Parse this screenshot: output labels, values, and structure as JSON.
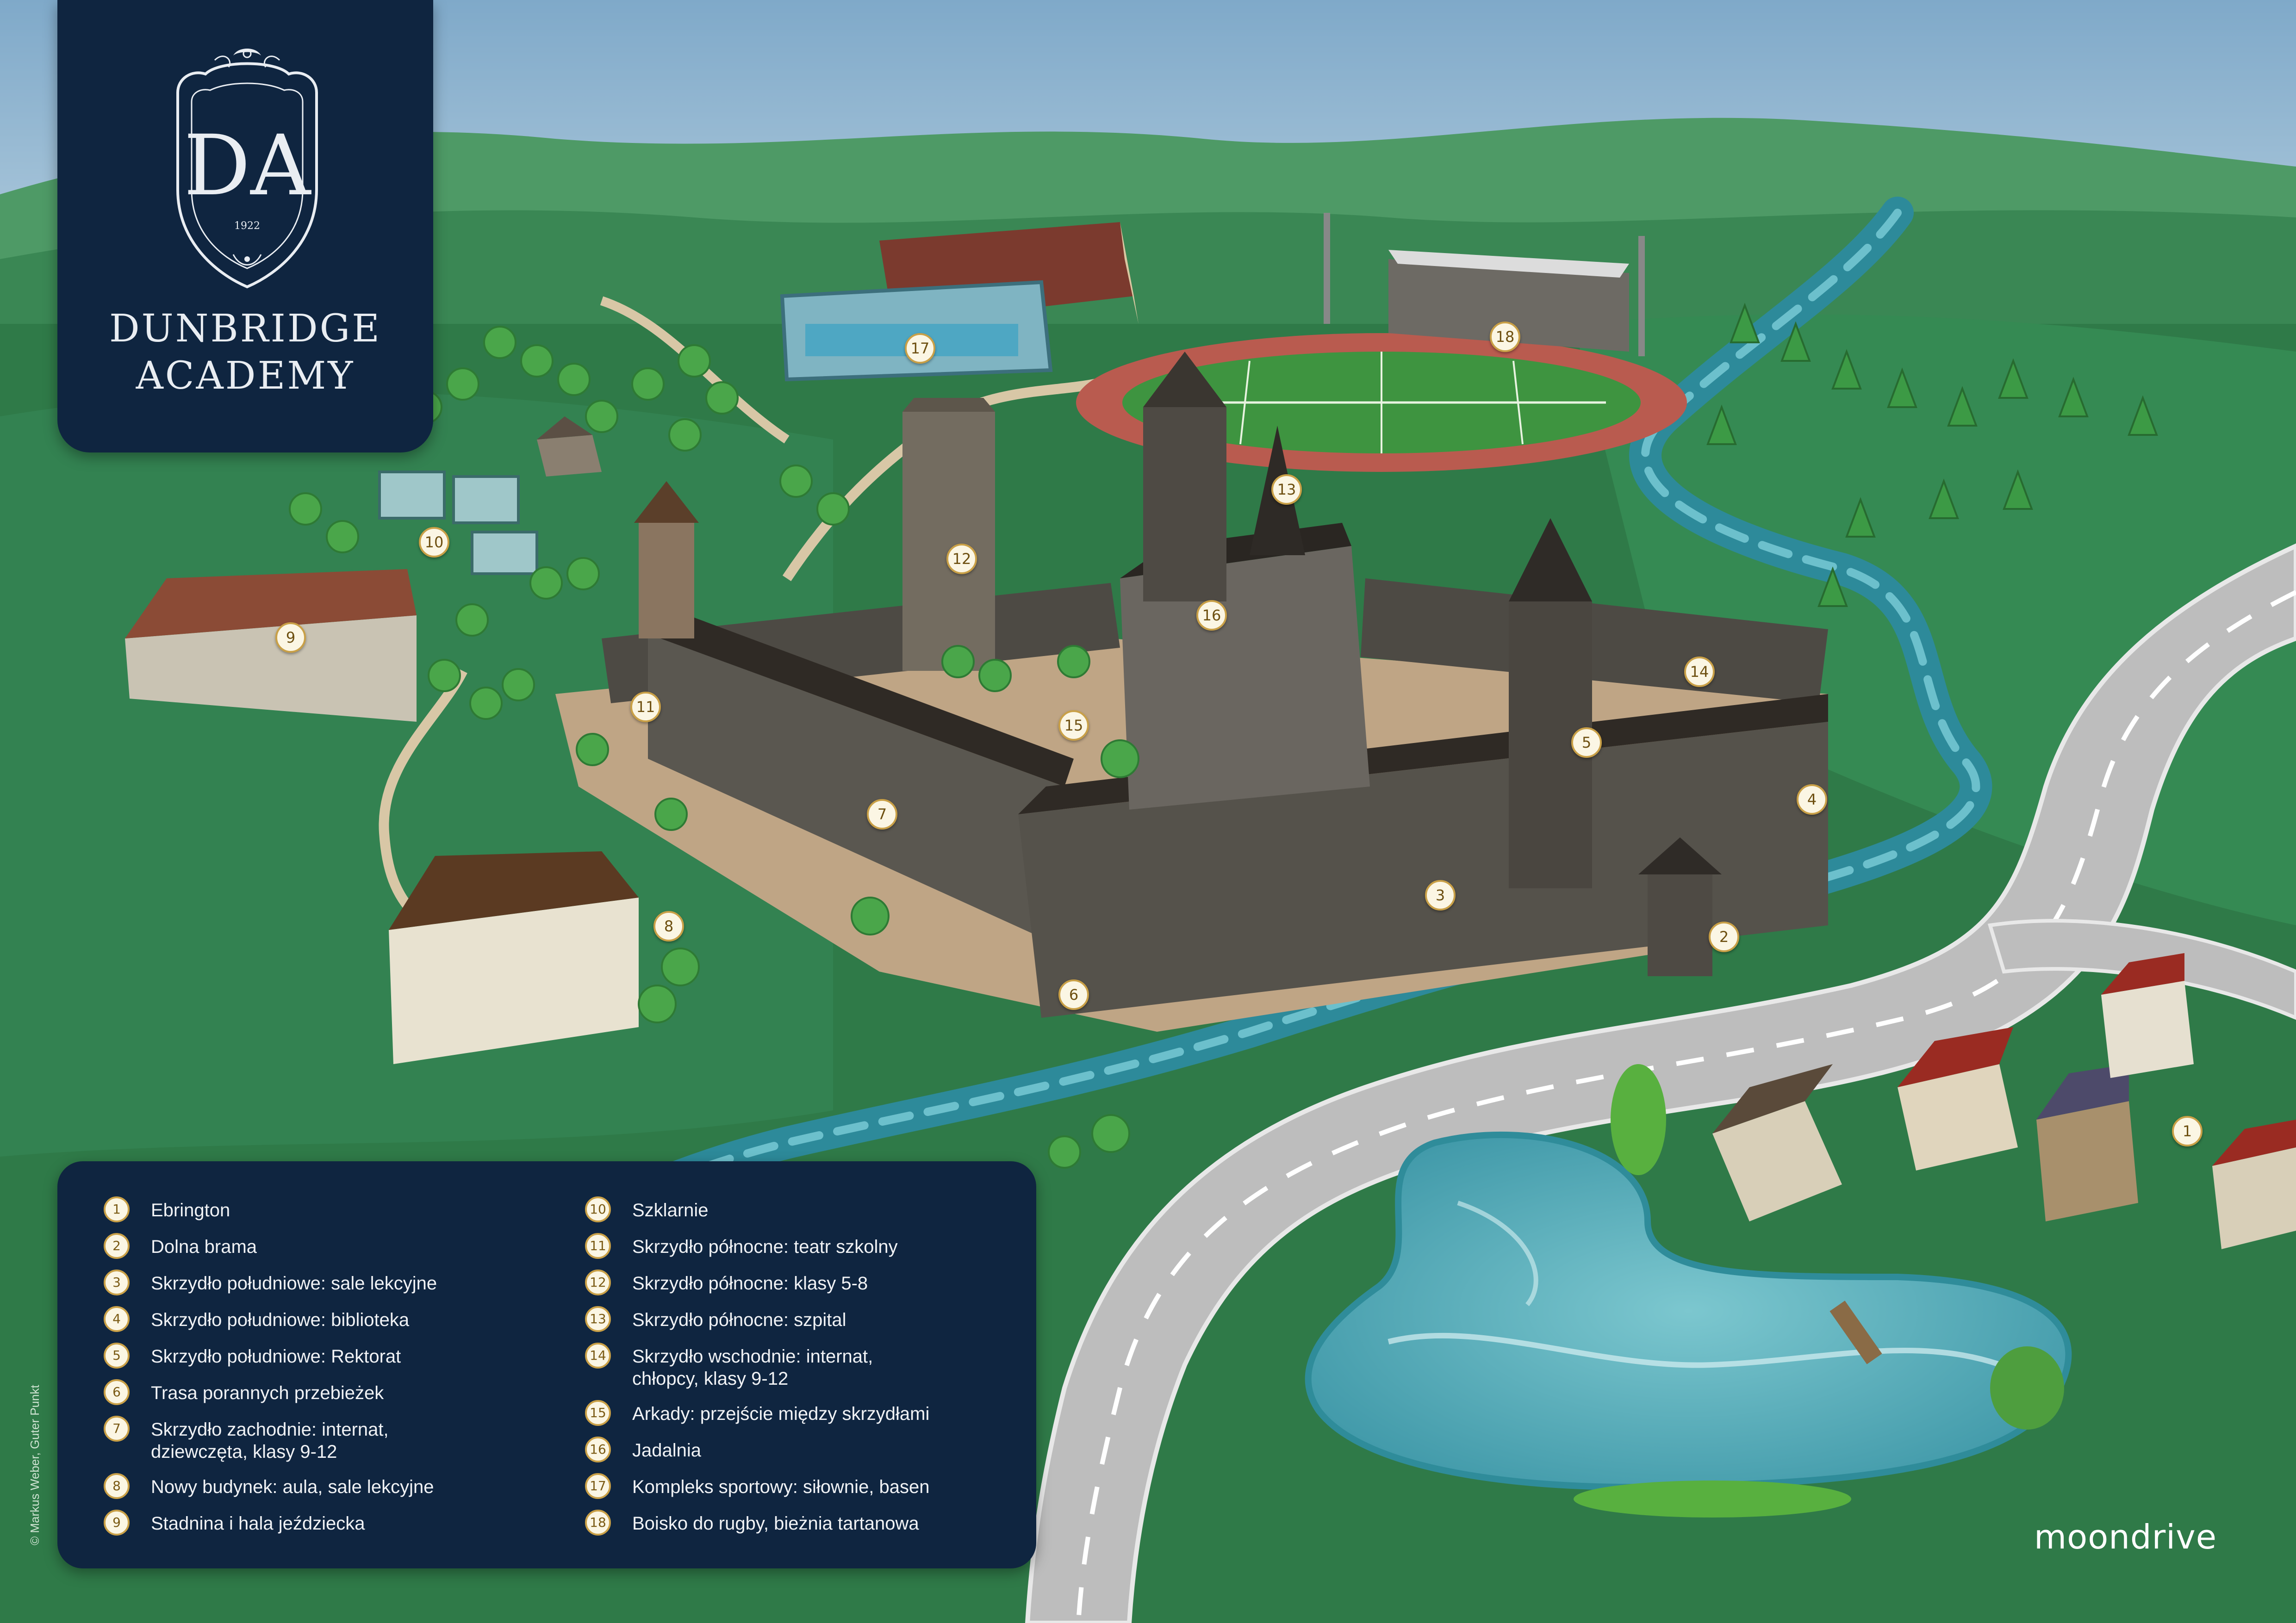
{
  "colors": {
    "sky": "#8eb3cf",
    "hill_far": "#3e8a5a",
    "grass": "#2f7a48",
    "grass_light": "#3c9555",
    "panel": "#0f2540",
    "river": "#3f9bb0",
    "lake": "#5fb3c0",
    "road": "#bdbdbd",
    "track": "#b95b4f",
    "field": "#3e9440",
    "stone": "#4d4a44",
    "roof": "#3b3128",
    "marker_fill": "#fbf6e4",
    "marker_ring": "#c9a047"
  },
  "brand": {
    "monogram": "DA",
    "year": "1922",
    "name_line1": "DUNBRIDGE",
    "name_line2": "ACADEMY"
  },
  "legend": [
    {
      "num": "1",
      "label": "Ebrington"
    },
    {
      "num": "2",
      "label": "Dolna brama"
    },
    {
      "num": "3",
      "label": "Skrzydło południowe: sale lekcyjne"
    },
    {
      "num": "4",
      "label": "Skrzydło południowe: biblioteka"
    },
    {
      "num": "5",
      "label": "Skrzydło południowe: Rektorat"
    },
    {
      "num": "6",
      "label": "Trasa porannych przebieżek"
    },
    {
      "num": "7",
      "label": "Skrzydło zachodnie: internat,\ndziewczęta, klasy 9-12"
    },
    {
      "num": "8",
      "label": "Nowy budynek: aula, sale lekcyjne"
    },
    {
      "num": "9",
      "label": "Stadnina i hala jeździecka"
    },
    {
      "num": "10",
      "label": "Szklarnie"
    },
    {
      "num": "11",
      "label": "Skrzydło północne: teatr szkolny"
    },
    {
      "num": "12",
      "label": "Skrzydło północne: klasy 5-8"
    },
    {
      "num": "13",
      "label": "Skrzydło północne: szpital"
    },
    {
      "num": "14",
      "label": "Skrzydło wschodnie: internat,\nchłopcy, klasy 9-12"
    },
    {
      "num": "15",
      "label": "Arkady: przejście między skrzydłami"
    },
    {
      "num": "16",
      "label": "Jadalnia"
    },
    {
      "num": "17",
      "label": "Kompleks sportowy: siłownie, basen"
    },
    {
      "num": "18",
      "label": "Boisko do rugby, bieżnia tartanowa"
    }
  ],
  "credit": "© Markus Weber, Guter Punkt",
  "publisher": "moondrive"
}
